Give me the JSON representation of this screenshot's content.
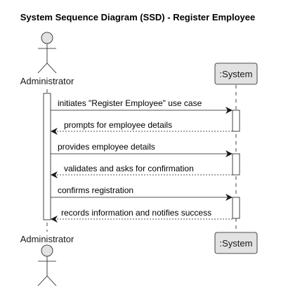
{
  "title": "System Sequence Diagram (SSD) - Register Employee",
  "actor": {
    "name": "Administrator"
  },
  "participant": {
    "name": ":System"
  },
  "messages": [
    {
      "from": "actor",
      "to": "system",
      "kind": "sync",
      "label": "initiates \"Register Employee\" use case"
    },
    {
      "from": "system",
      "to": "actor",
      "kind": "return",
      "label": "prompts for employee details"
    },
    {
      "from": "actor",
      "to": "system",
      "kind": "sync",
      "label": "provides employee details"
    },
    {
      "from": "system",
      "to": "actor",
      "kind": "return",
      "label": "validates and asks for confirmation"
    },
    {
      "from": "actor",
      "to": "system",
      "kind": "sync",
      "label": "confirms registration"
    },
    {
      "from": "system",
      "to": "actor",
      "kind": "return",
      "label": "records information and notifies success"
    }
  ],
  "colors": {
    "actor_fill": "#e2e2e2",
    "participant_fill": "#e2e2e2",
    "activation_fill": "#ffffff",
    "line": "#181818",
    "lifeline": "#181818"
  }
}
